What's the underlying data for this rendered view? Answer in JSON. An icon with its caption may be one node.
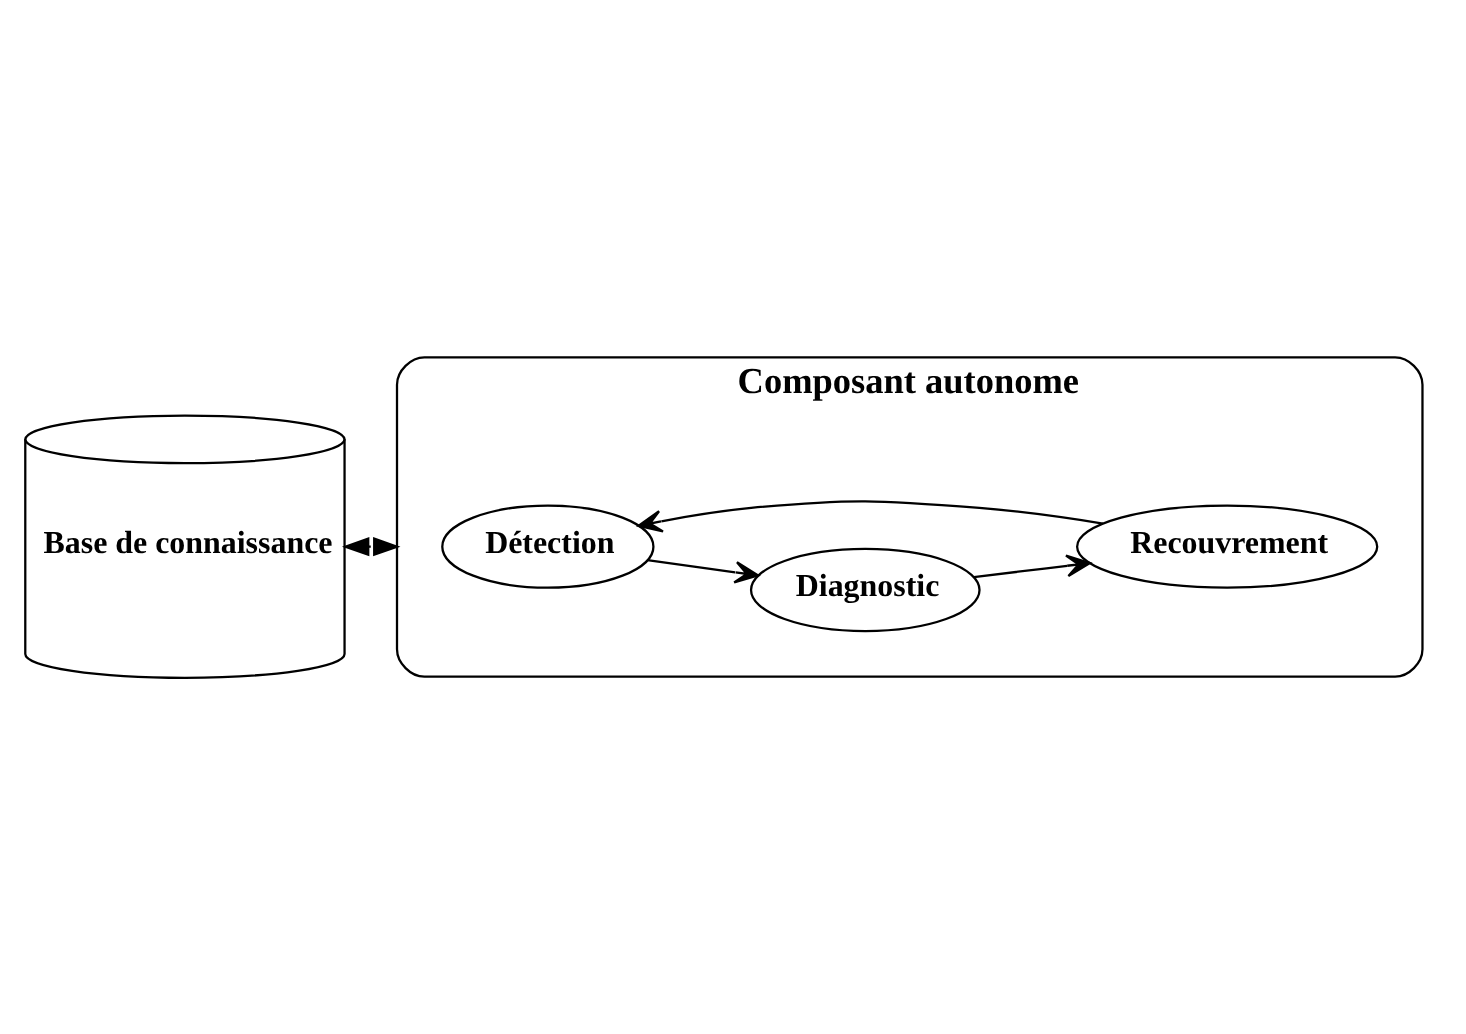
{
  "diagram": {
    "nodes": [
      {
        "text": [
          "Base de connaissance"
        ]
      },
      {
        "text": [
          "Composant autonome"
        ]
      },
      {
        "text": [
          "Détection"
        ],
        "in": 1
      },
      {
        "text": [
          "Diagnostic"
        ],
        "in": 1
      },
      {
        "text": [
          "Recouvrement"
        ],
        "in": 1
      }
    ],
    "edges": [
      {
        "from": 0,
        "to": 1,
        "arrow": "both",
        "style": "dashed"
      },
      {
        "from": 2,
        "to": 3,
        "arrow": "to"
      },
      {
        "from": 3,
        "to": 4,
        "arrow": "to"
      },
      {
        "from": 4,
        "to": 2,
        "arrow": "to"
      }
    ]
  }
}
